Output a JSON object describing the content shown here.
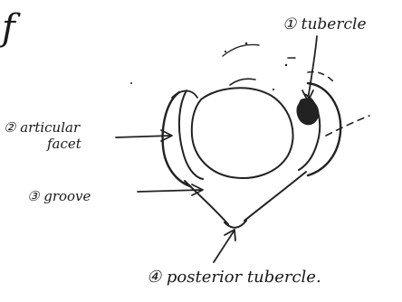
{
  "corner_mark": "f",
  "labels": {
    "l1": "① tubercle",
    "l2_line1": "② articular",
    "l2_line2": "facet",
    "l3": "③ groove",
    "l4": "④ posterior tubercle."
  }
}
